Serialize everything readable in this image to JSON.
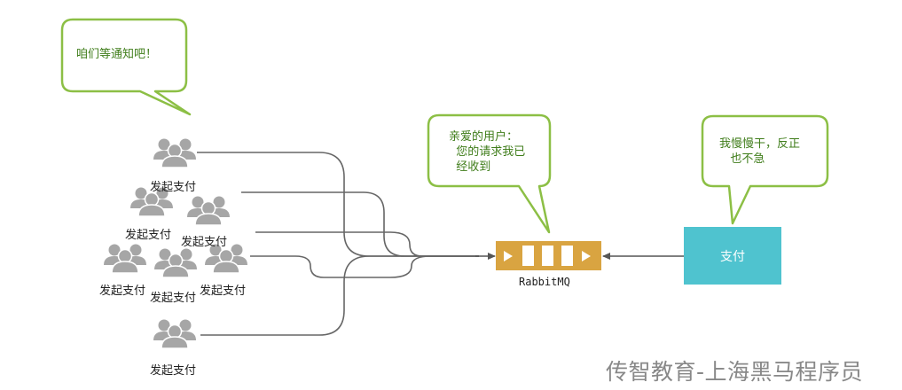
{
  "bubbles": {
    "users_speech": "咱们等通知吧！",
    "mq_speech": "亲爱的用户：\n  您的请求我已\n  经收到",
    "pay_speech": "我慢慢干，反正\n   也不急"
  },
  "user_groups": [
    {
      "label": "发起支付"
    },
    {
      "label": "发起支付"
    },
    {
      "label": "发起支付"
    },
    {
      "label": "发起支付"
    },
    {
      "label": "发起支付"
    },
    {
      "label": "发起支付"
    },
    {
      "label": "发起支付"
    }
  ],
  "queue": {
    "label": "RabbitMQ"
  },
  "payment": {
    "label": "支付"
  },
  "watermark": "传智教育-上海黑马程序员",
  "colors": {
    "bubble_border": "#8cbf45",
    "bubble_text": "#3f7d1a",
    "user_icon": "#a6a6a6",
    "queue_fill": "#d9a441",
    "payment_fill": "#4fc3cf",
    "connector": "#666666"
  },
  "icons": {
    "user_group": "people-group-icon",
    "queue": "message-queue-icon"
  }
}
